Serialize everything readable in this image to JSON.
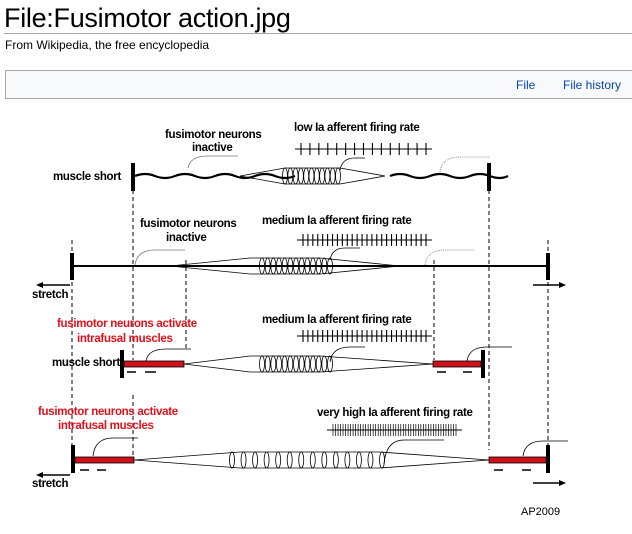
{
  "page": {
    "title": "File:Fusimotor action.jpg",
    "tagline": "From Wikipedia, the free encyclopedia"
  },
  "tabs": [
    {
      "label": "File"
    },
    {
      "label": "File history"
    }
  ],
  "diagram": {
    "colors": {
      "intrafusal_active": "#d0101a",
      "line": "#000000"
    },
    "panels": [
      {
        "state_label": "muscle short",
        "fusimotor_label": [
          "fusimotor neurons",
          "inactive"
        ],
        "firing_label": "low Ia afferent firing rate",
        "firing_rate": "low",
        "stretch": false
      },
      {
        "state_label": "stretch",
        "fusimotor_label": [
          "fusimotor neurons",
          "inactive"
        ],
        "firing_label": "medium Ia afferent firing rate",
        "firing_rate": "medium",
        "stretch": true
      },
      {
        "state_label": "muscle short",
        "fusimotor_label": [
          "fusimotor neurons activate",
          "intrafusal muscles"
        ],
        "firing_label": "medium Ia afferent firing rate",
        "firing_rate": "medium",
        "stretch": false
      },
      {
        "state_label": "stretch",
        "fusimotor_label": [
          "fusimotor neurons activate",
          "intrafusal muscles"
        ],
        "firing_label": "very high Ia afferent firing rate",
        "firing_rate": "very high",
        "stretch": true
      }
    ],
    "credit": "AP2009"
  }
}
